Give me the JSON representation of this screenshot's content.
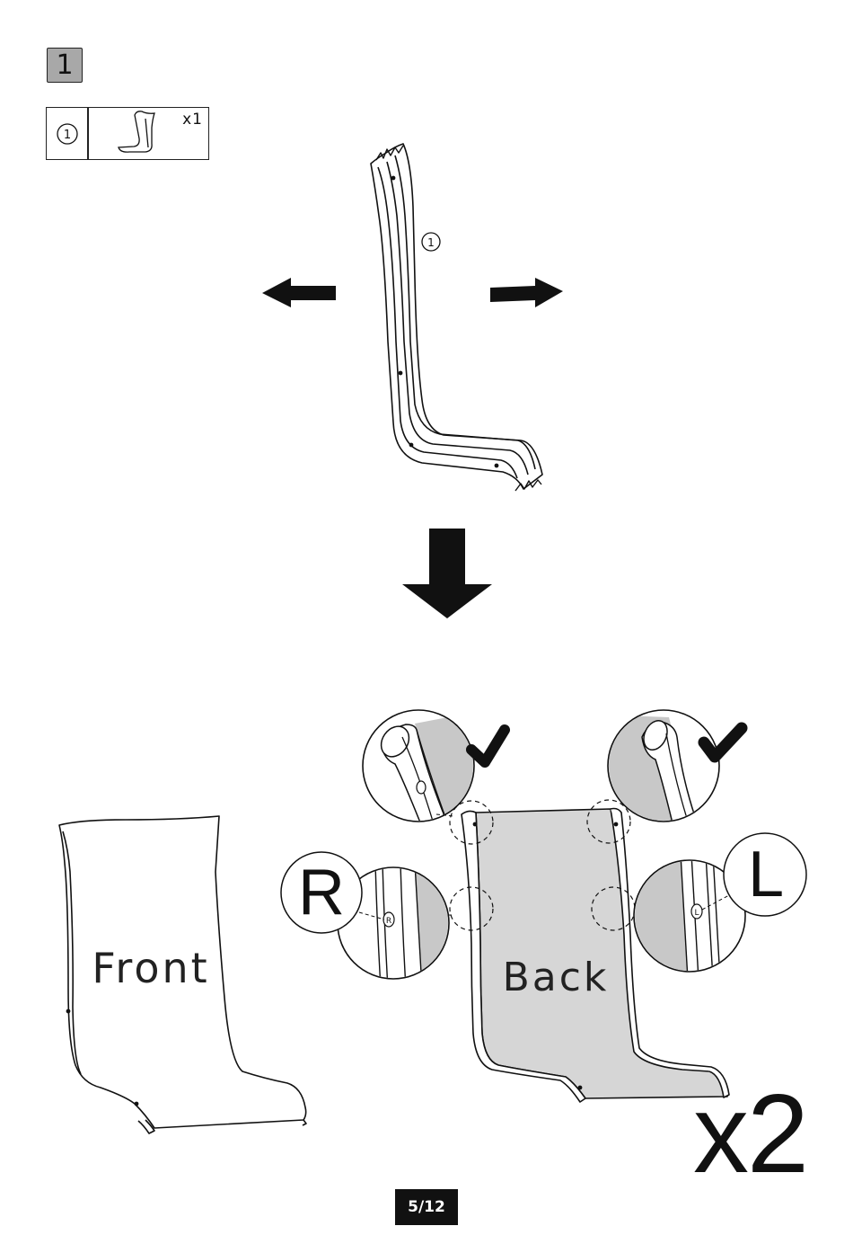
{
  "step": {
    "number": "1"
  },
  "parts": [
    {
      "callout": "1",
      "quantity": "x1",
      "icon": "seat-sling-icon"
    }
  ],
  "frame_callout": "1",
  "labels": {
    "front": "Front",
    "back": "Back",
    "right_marker": "R",
    "left_marker": "L",
    "right_small": "R",
    "left_small": "L"
  },
  "multiplier": "x2",
  "page": {
    "number": "5/12"
  },
  "colors": {
    "sling_back_fill": "#d6d6d6",
    "detail_fill": "#c8c8c8",
    "ink": "#111111"
  }
}
